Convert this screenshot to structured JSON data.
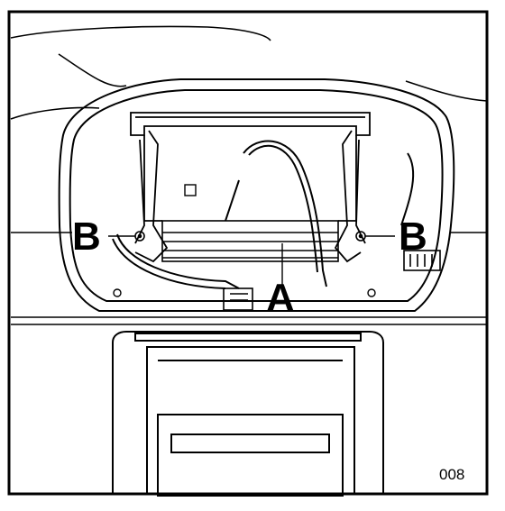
{
  "figure": {
    "callouts": {
      "a": "A",
      "b_left": "B",
      "b_right": "B"
    },
    "figure_number": "008"
  },
  "colors": {
    "line": "#000000",
    "background": "#ffffff"
  }
}
